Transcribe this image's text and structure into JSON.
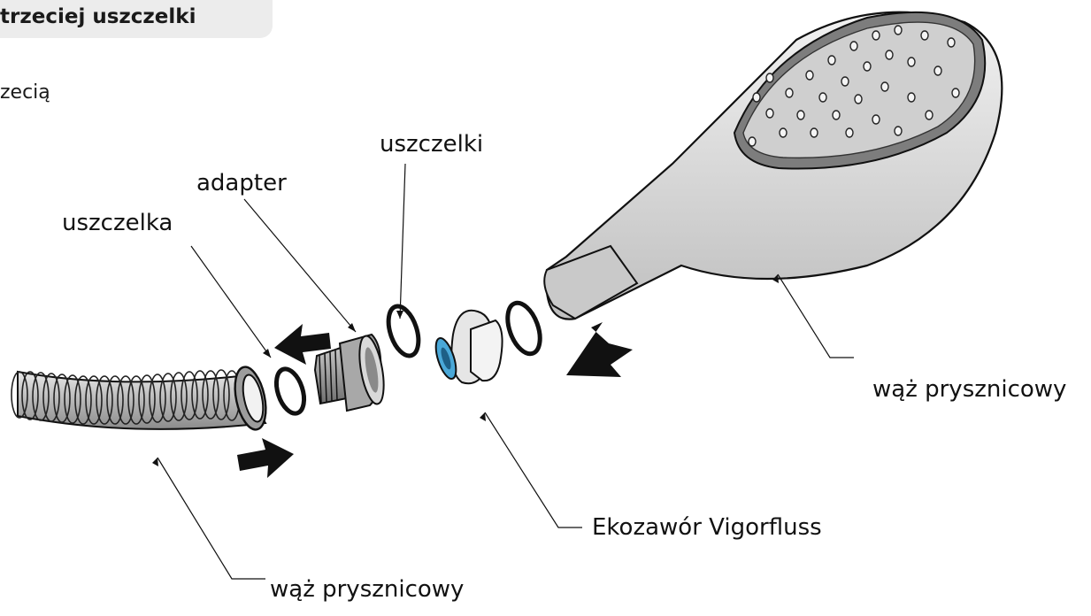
{
  "header": {
    "title": "trzeciej uszczelki"
  },
  "intro": {
    "text": "zecią"
  },
  "labels": {
    "seal_single": "uszczelka",
    "adapter": "adapter",
    "seals": "uszczelki",
    "hose_right": "wąż prysznicowy",
    "hose_bottom": "wąż prysznicowy",
    "valve": "Ekozawór Vigorfluss"
  },
  "colors": {
    "header_bg": "#ececec",
    "valve_ring": "#4aa8d8",
    "outline": "#111111",
    "shower_body": "#d6d6d6"
  }
}
